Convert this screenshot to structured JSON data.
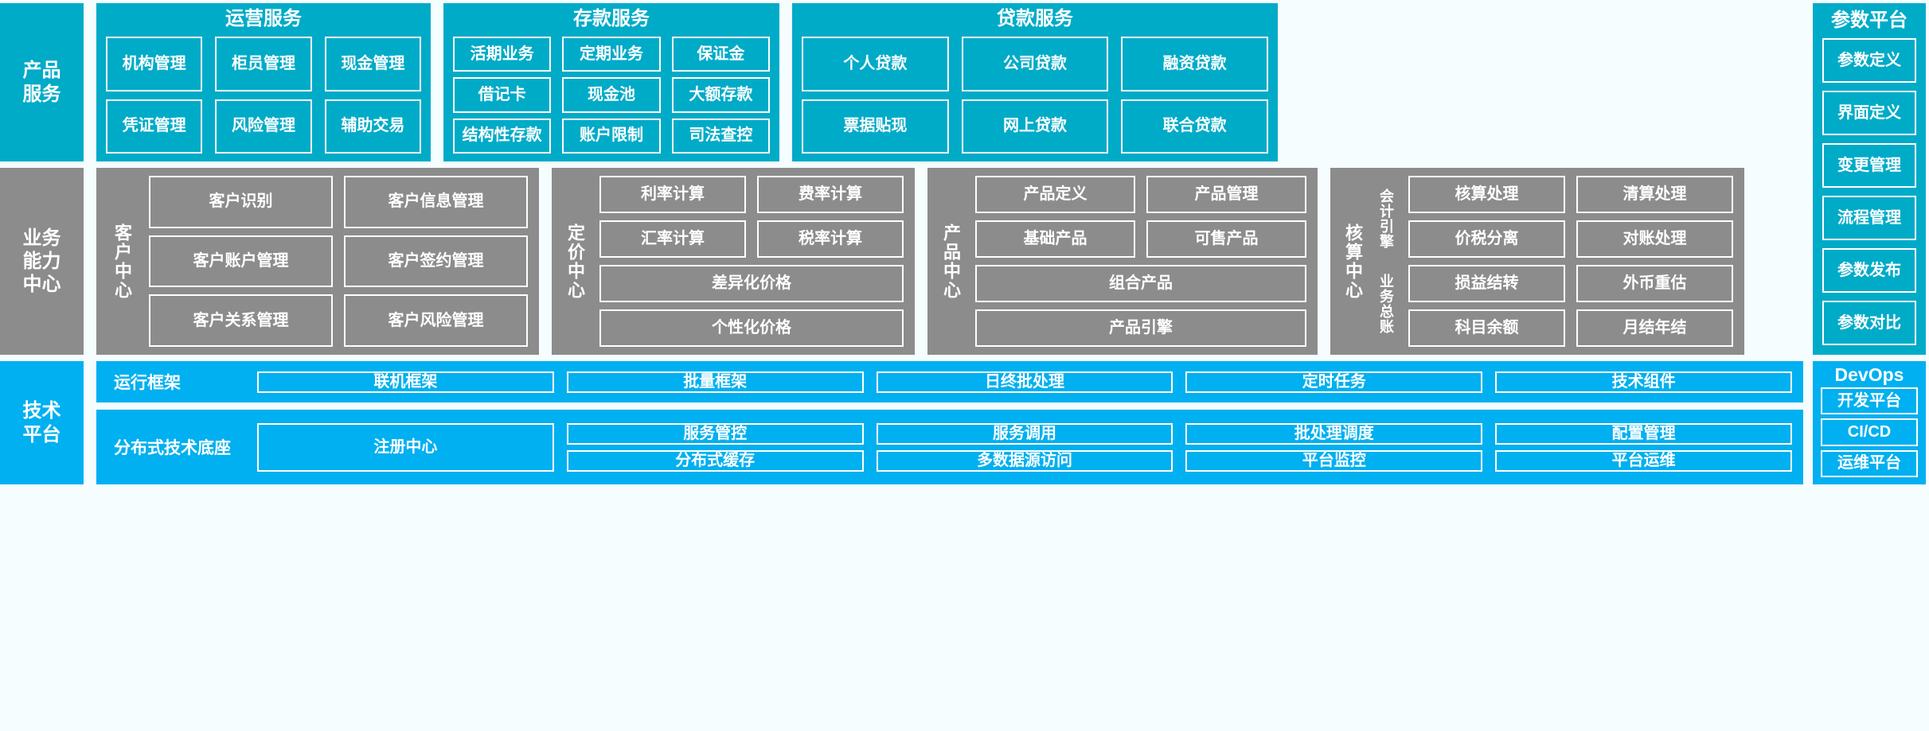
{
  "colors": {
    "teal": "#00abc8",
    "gray": "#8c8c8c",
    "blue": "#00b0f0",
    "background": "#f5fdfe",
    "outline": "#ffffff"
  },
  "layer_product_services": {
    "rail_label": "产品\n服务",
    "groups": [
      {
        "title": "运营服务",
        "items": [
          "机构管理",
          "柜员管理",
          "现金管理",
          "凭证管理",
          "风险管理",
          "辅助交易"
        ]
      },
      {
        "title": "存款服务",
        "items": [
          "活期业务",
          "定期业务",
          "保证金",
          "借记卡",
          "现金池",
          "大额存款",
          "结构性存款",
          "账户限制",
          "司法查控"
        ]
      },
      {
        "title": "贷款服务",
        "items": [
          "个人贷款",
          "公司贷款",
          "融资贷款",
          "票据贴现",
          "网上贷款",
          "联合贷款"
        ]
      }
    ]
  },
  "layer_business_capability": {
    "rail_label": "业务\n能力\n中心",
    "groups": [
      {
        "vlabel": "客户中心",
        "sublabels": [],
        "rows": [
          [
            "客户识别",
            "客户信息管理"
          ],
          [
            "客户账户管理",
            "客户签约管理"
          ],
          [
            "客户关系管理",
            "客户风险管理"
          ]
        ]
      },
      {
        "vlabel": "定价中心",
        "sublabels": [],
        "rows": [
          [
            "利率计算",
            "费率计算"
          ],
          [
            "汇率计算",
            "税率计算"
          ],
          [
            "差异化价格"
          ],
          [
            "个性化价格"
          ]
        ]
      },
      {
        "vlabel": "产品中心",
        "sublabels": [],
        "rows": [
          [
            "产品定义",
            "产品管理"
          ],
          [
            "基础产品",
            "可售产品"
          ],
          [
            "组合产品"
          ],
          [
            "产品引擎"
          ]
        ]
      },
      {
        "vlabel": "核算中心",
        "sublabels": [
          "会计引擎",
          "业务总账"
        ],
        "rows": [
          [
            "核算处理",
            "清算处理"
          ],
          [
            "价税分离",
            "对账处理"
          ],
          [
            "损益结转",
            "外币重估"
          ],
          [
            "科目余额",
            "月结年结"
          ]
        ]
      }
    ]
  },
  "layer_technical_platform": {
    "rail_label": "技术\n平台",
    "rows": [
      {
        "label": "运行框架",
        "cells": [
          [
            "联机框架"
          ],
          [
            "批量框架"
          ],
          [
            "日终批处理"
          ],
          [
            "定时任务"
          ],
          [
            "技术组件"
          ]
        ]
      },
      {
        "label": "分布式技术底座",
        "cells": [
          [
            "注册中心"
          ],
          [
            "服务管控",
            "分布式缓存"
          ],
          [
            "服务调用",
            "多数据源访问"
          ],
          [
            "批处理调度",
            "平台监控"
          ],
          [
            "配置管理",
            "平台运维"
          ]
        ]
      }
    ]
  },
  "parameter_platform": {
    "title": "参数平台",
    "items": [
      "参数定义",
      "界面定义",
      "变更管理",
      "流程管理",
      "参数发布",
      "参数对比"
    ]
  },
  "devops": {
    "title": "DevOps",
    "items": [
      "开发平台",
      "CI/CD",
      "运维平台"
    ]
  }
}
